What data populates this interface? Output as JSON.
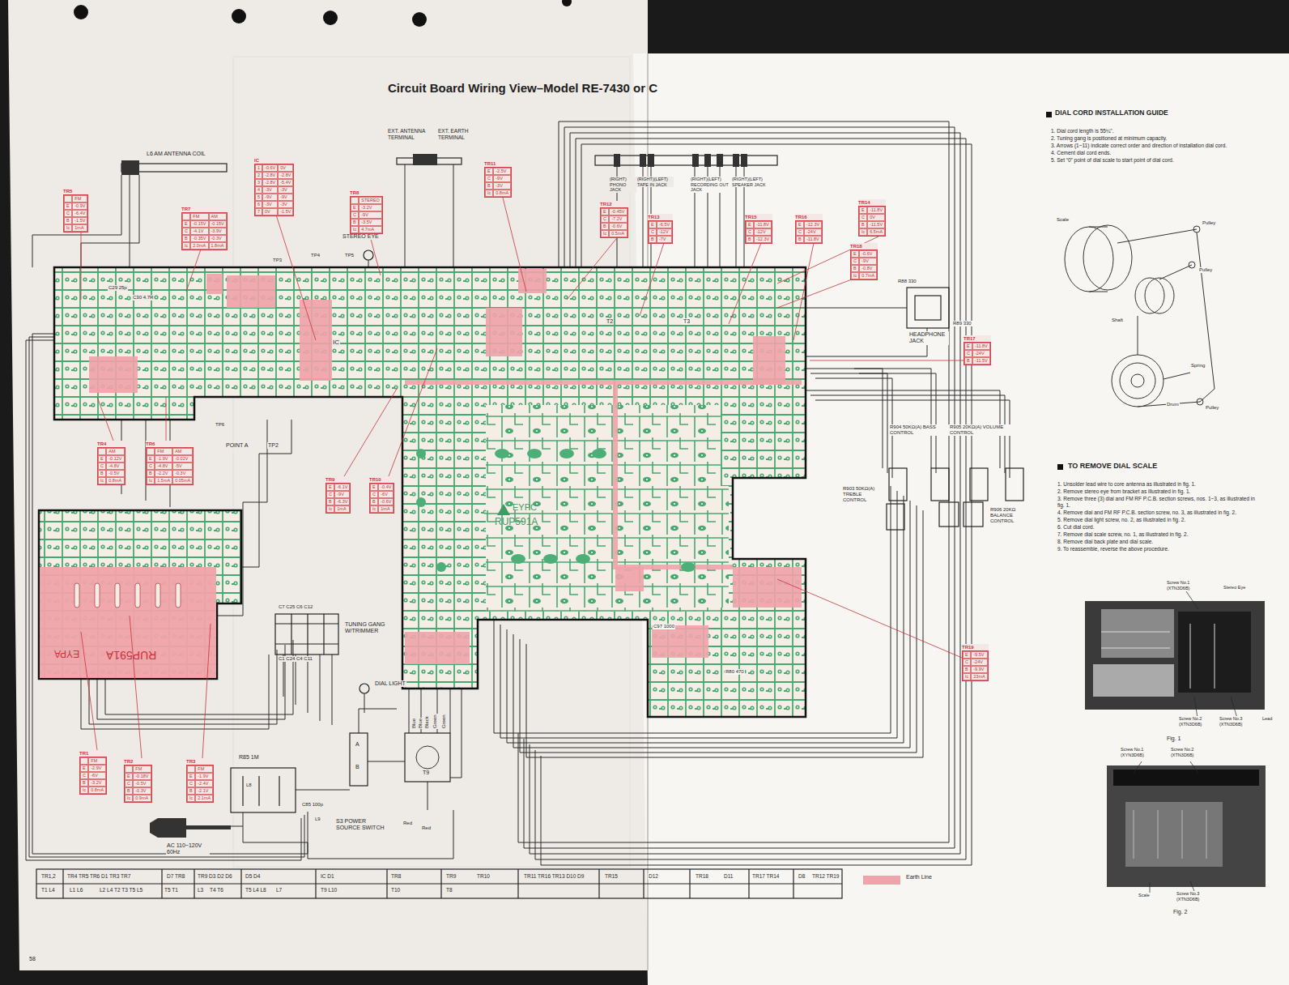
{
  "diagram": {
    "title": "Circuit Board Wiring View–Model RE-7430 or C",
    "nodes": [
      {
        "text": [
          "TR5",
          "FM",
          "E",
          "-0.9V",
          "C",
          "-6.4V",
          "B",
          "-1.5V",
          "Ic",
          "1mA"
        ]
      },
      {
        "text": [
          "TR7",
          "FM",
          "AM",
          "E",
          "-0.15V",
          "-0.15V",
          "C",
          "-4.1V",
          "-3.9V",
          "B",
          "-0.35V",
          "-0.3V",
          "Ic",
          "2.0mA",
          "1.8mA"
        ]
      },
      {
        "text": [
          "IC",
          "1",
          "-0.6V",
          "0V",
          "2",
          "-2.8V",
          "-2.8V",
          "3",
          "-2.8V",
          "-5.4V",
          "4",
          "-3V",
          "-3V",
          "5",
          "-9V",
          "-9V",
          "6",
          "-3V",
          "-3V",
          "7",
          "0V",
          "-1.5V"
        ]
      },
      {
        "text": [
          "TR8",
          "STEREO",
          "E",
          "-3.2V",
          "C",
          "-9V",
          "B",
          "-3.5V",
          "Ic",
          "4.7mA"
        ]
      },
      {
        "text": [
          "TR11",
          "E",
          "-2.5V",
          "C",
          "-9V",
          "B",
          "-3V",
          "Ic",
          "0.8mA"
        ]
      },
      {
        "text": [
          "TR12",
          "E",
          "-0.45V",
          "C",
          "-7.2V",
          "B",
          "-0.6V",
          "Ic",
          "0.5mA"
        ]
      },
      {
        "text": [
          "TR13",
          "E",
          "-6.5V",
          "C",
          "-12V",
          "B",
          "-7V"
        ]
      },
      {
        "text": [
          "TR15",
          "E",
          "-11.8V",
          "C",
          "-12V",
          "B",
          "-12.3V"
        ]
      },
      {
        "text": [
          "TR16",
          "E",
          "-12.3V",
          "C",
          "-24V",
          "B",
          "-11.8V"
        ]
      },
      {
        "text": [
          "TR14",
          "E",
          "-11.8V",
          "C",
          "0V",
          "B",
          "-11.5V",
          "Ic",
          "6.5mA"
        ]
      },
      {
        "text": [
          "TR18",
          "E",
          "-0.6V",
          "C",
          "-9V",
          "B",
          "-0.8V",
          "Ic",
          "0.7mA"
        ]
      },
      {
        "text": [
          "TR17",
          "E",
          "-11.8V",
          "C",
          "-24V",
          "B",
          "-11.5V"
        ]
      },
      {
        "text": [
          "TR19",
          "E",
          "-9.5V",
          "C",
          "-24V",
          "B",
          "-9.9V",
          "Ic",
          "23mA"
        ]
      },
      {
        "text": [
          "TR4",
          "AM",
          "E",
          "-0.12V",
          "C",
          "-4.8V",
          "B",
          "-0.5V",
          "Ic",
          "0.8mA"
        ]
      },
      {
        "text": [
          "TR6",
          "FM",
          "AM",
          "E",
          "-1.9V",
          "-0.02V",
          "C",
          "-4.8V",
          "-5V",
          "B",
          "-2.2V",
          "-0.3V",
          "Ic",
          "1.5mA",
          "0.05mA"
        ]
      },
      {
        "text": [
          "TR9",
          "E",
          "-6.1V",
          "C",
          "-9V",
          "B",
          "-6.3V",
          "Ic",
          "1mA"
        ]
      },
      {
        "text": [
          "TR10",
          "E",
          "-0.4V",
          "C",
          "-6V",
          "B",
          "-0.6V",
          "Ic",
          "1mA"
        ]
      },
      {
        "text": [
          "TR1",
          "FM",
          "E",
          "-2.9V",
          "C",
          "-6V",
          "B",
          "-3.2V",
          "Ic",
          "0.8mA"
        ]
      },
      {
        "text": [
          "TR2",
          "FM",
          "E",
          "-0.18V",
          "C",
          "-0.5V",
          "B",
          "-0.3V",
          "Ic",
          "0.9mA"
        ]
      },
      {
        "text": [
          "TR3",
          "FM",
          "E",
          "-1.9V",
          "C",
          "-2.4V",
          "B",
          "-2.1V",
          "Ic",
          "2.1mA"
        ]
      }
    ],
    "labels": [
      "L6 AM ANTENNA COIL",
      "EXT. ANTENNA TERMINAL",
      "EXT. EARTH TERMINAL",
      "STEREO EYE",
      "TP3",
      "TP4",
      "TP5",
      "(RIGHT) PHONO JACK",
      "(RIGHT)(LEFT) TAPE IN JACK",
      "(RIGHT)(LEFT) RECORDING OUT JACK",
      "(RIGHT)(LEFT) SPEAKER JACK",
      "C29 25p",
      "C30 4.7R",
      "IC",
      "T2",
      "T3",
      "R88 330",
      "R89 330",
      "HEADPHONE JACK",
      "TP6",
      "POINT A",
      "TP2",
      "R904 50KΩ(A) BASS CONTROL",
      "R905 20KΩ(A) VOLUME CONTROL",
      "R903 50KΩ(A) TREBLE CONTROL",
      "R906 20KΩ BALANCE CONTROL",
      "EYPC",
      "RUP591A",
      "C97 1000",
      "R80 470",
      "RUP591A",
      "EYPA",
      "C7 C25 C6 C12",
      "C1 C24 C4 C11",
      "TUNING GANG W/TRIMMER",
      "DIAL LIGHT",
      "Blue",
      "Blue",
      "Black",
      "Green",
      "Green",
      "A",
      "B",
      "T9",
      "Red",
      "Red",
      "R85 1M",
      "L8",
      "C85 100p",
      "L9",
      "S3 POWER SOURCE SWITCH",
      "AC 110~120V 60Hz",
      "TR1,2",
      "TR4 TR5 TR6 D1 TR3 TR7",
      "D7 TR8",
      "TR9 D3 D2 D6",
      "D5 D4",
      "IC D1",
      "TR8",
      "TR9",
      "TR10",
      "TR11 TR16 TR13 D10 D9",
      "TR15",
      "D12",
      "TR18",
      "D11",
      "TR17 TR14",
      "D8",
      "TR12 TR19",
      "T1 L4",
      "L1 L6",
      "L2 L4 T2 T3 T5 L5",
      "T5 T1",
      "L3",
      "T4 T6",
      "T5 L4 L8",
      "L7",
      "T9 L10",
      "T10",
      "T8",
      "58",
      "DIAL CORD INSTALLATION GUIDE",
      "1. Dial cord length is 55¼\".",
      "2. Tuning gang is positioned at minimum capacity.",
      "3. Arrows (1~11) indicate correct order and direction of installation dial cord.",
      "4. Cement dial cord ends.",
      "5. Set “0” point of dial scale to start point of dial cord.",
      "Scale",
      "Pulley",
      "Pulley",
      "Shaft",
      "Drum",
      "Spring",
      "Pulley",
      "TO REMOVE DIAL SCALE",
      "1. Unsolder lead wire to core antenna as illustrated in fig. 1.",
      "2. Remove stereo eye from bracket as illustrated in fig. 1.",
      "3. Remove three (3) dial and FM RF P.C.B. section screws, nos. 1~3, as illustrated in fig. 1.",
      "4. Remove dial and FM RF P.C.B. section screw, no. 3, as illustrated in fig. 2.",
      "5. Remove dial light screw, no. 2, as illustrated in fig. 2.",
      "6. Cut dial cord.",
      "7. Remove dial scale screw, no. 1, as illustrated in fig. 2.",
      "8. Remove dial back plate and dial scale.",
      "9. To reassemble, reverse the above procedure.",
      "Screw No.1 (XTN3D6B)",
      "Stereo Eye",
      "Screw No.2 (XTN3D6B)",
      "Screw No.3 (XTN3D6B)",
      "Lead",
      "Fig. 1",
      "Screw No.1 (XYN3D6B)",
      "Screw No.2 (XTN3D6B)",
      "Scale",
      "Screw No.3 (XTN3D6B)",
      "Fig. 2"
    ],
    "legend": [
      {
        "text": "Earth Line",
        "color": "#f0a3aa"
      }
    ]
  }
}
